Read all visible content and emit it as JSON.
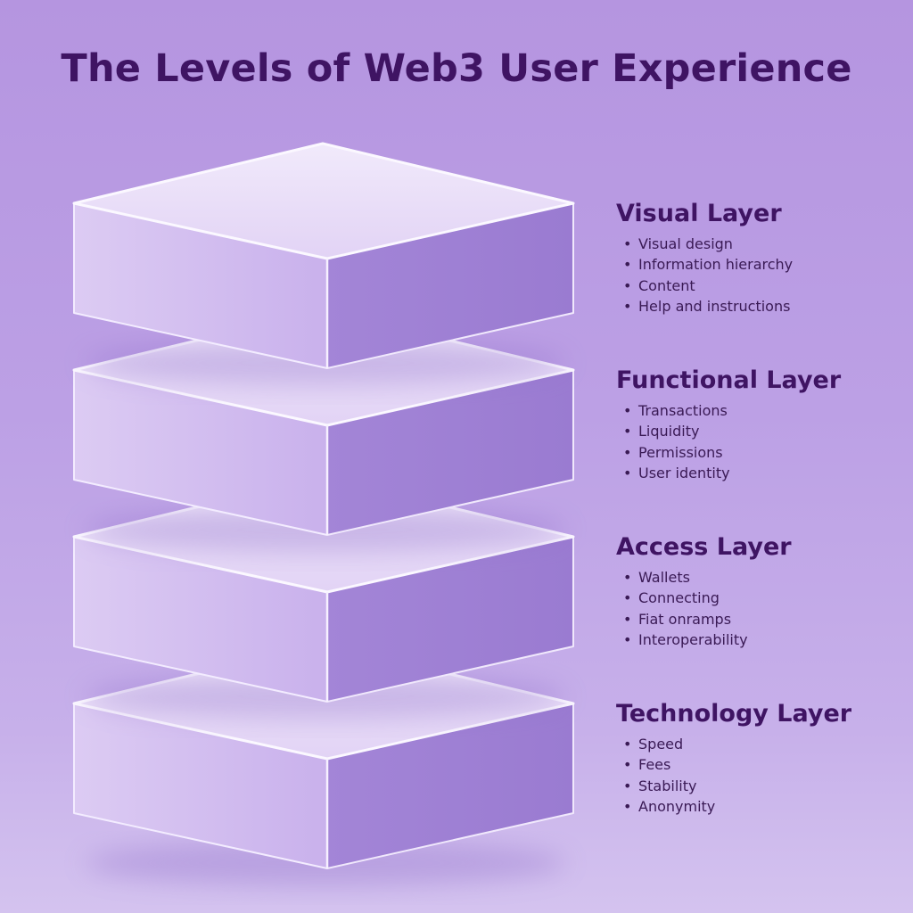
{
  "title": "The Levels of Web3 User Experience",
  "colors": {
    "title": "#3f1463",
    "block_top": "#e8dcf7",
    "block_front_left": "#d4c0f0",
    "block_front_right": "#a283d6",
    "block_edge": "#f5efff"
  },
  "layers": [
    {
      "name": "Visual Layer",
      "items": [
        "Visual design",
        "Information hierarchy",
        "Content",
        "Help and instructions"
      ]
    },
    {
      "name": "Functional Layer",
      "items": [
        "Transactions",
        "Liquidity",
        "Permissions",
        "User identity"
      ]
    },
    {
      "name": "Access Layer",
      "items": [
        "Wallets",
        "Connecting",
        "Fiat onramps",
        "Interoperability"
      ]
    },
    {
      "name": "Technology Layer",
      "items": [
        "Speed",
        "Fees",
        "Stability",
        "Anonymity"
      ]
    }
  ]
}
